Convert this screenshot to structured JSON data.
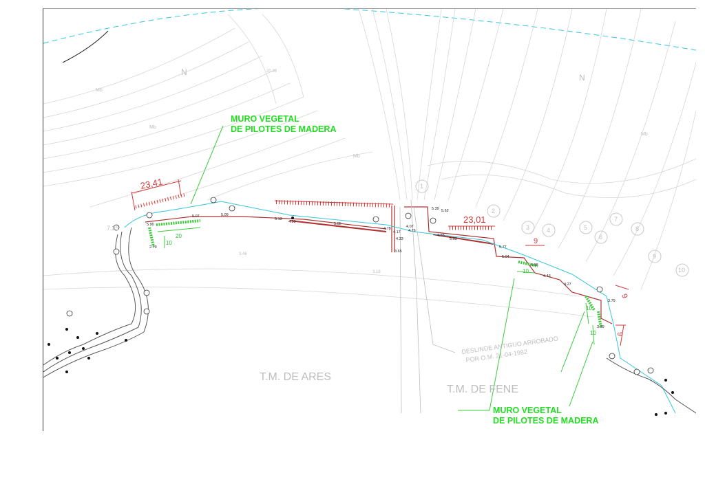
{
  "callouts": {
    "top": {
      "line1": "MURO VEGETAL",
      "line2": "DE PILOTES DE MADERA"
    },
    "bottom": {
      "line1": "MURO VEGETAL",
      "line2": "DE PILOTES DE MADERA"
    }
  },
  "dimensions": {
    "left_length": "23,41",
    "right_length": "23,01",
    "right_small": "9",
    "far_right_a": "9",
    "far_right_b": "9",
    "green_left_a": "20",
    "green_left_b": "10",
    "green_mid": "10",
    "green_right_a": "10",
    "green_right_b": "10"
  },
  "place_names": {
    "ares": "T.M.   DE ARES",
    "fene": "T.M.   DE FENE",
    "deslinde_line1": "DESLINDE ANTIGUO ARROBADO",
    "deslinde_line2": "POR O.M. 21-04-1982"
  },
  "elevations": {
    "e1": "5.07",
    "e2": "5.09",
    "e3": "5.90",
    "e4": "5.13",
    "e5": "4.93",
    "e6": "5.05",
    "e7": "4.78",
    "e8": "4.17",
    "e9": "4.07",
    "e10": "4.76",
    "e11": "4.33",
    "e12": "3.65",
    "e13": "5.39",
    "e14": "5.62",
    "e15": "4.65",
    "e16": "5.03",
    "e17": "5.77",
    "e18": "5.04",
    "e19": "4.88",
    "e20": "4.43",
    "e21": "4.27",
    "e22": "3.79",
    "e23": "3.39",
    "e24": "2.79"
  },
  "terrain_labels": {
    "spot_a": "20.39",
    "spot_b": "3.46",
    "spot_c": "3.18",
    "spot_d": "7.35",
    "mb": "Mb",
    "n": "N"
  },
  "station_labels": [
    "1",
    "2",
    "3",
    "4",
    "5",
    "6",
    "7",
    "8",
    "9",
    "10"
  ],
  "colors": {
    "dimension": "#d23a3a",
    "callout": "#22dd22",
    "water": "#33c6dd",
    "contour": "#cfcfcf",
    "wall": "#b03030"
  }
}
